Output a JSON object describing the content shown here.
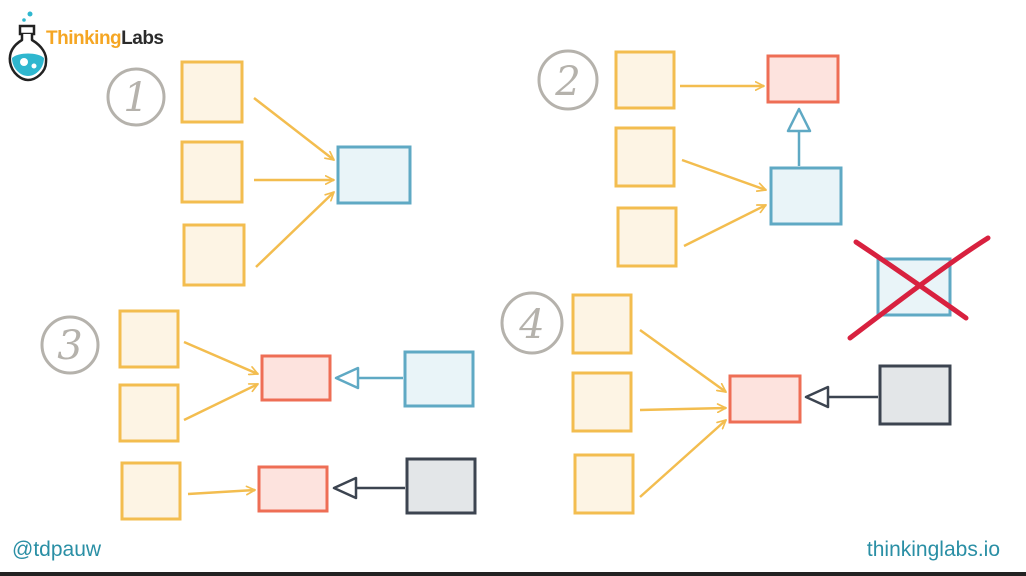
{
  "brand": {
    "part1": "Thinking",
    "part2": "Labs"
  },
  "footer": {
    "handle": "@tdpauw",
    "site": "thinkinglabs.io"
  },
  "colors": {
    "yellow": "#f3bd4f",
    "yellow_fill": "#fdf4e4",
    "blue": "#5fa9c4",
    "blue_fill": "#e9f4f8",
    "red": "#ee6e55",
    "red_fill": "#fde3de",
    "dark": "#3c4450",
    "dark_fill": "#e3e6e8",
    "gray": "#b5b2ac",
    "cross": "#d8213f",
    "logo_teal": "#2fb7cf"
  },
  "diagram": {
    "groups": [
      {
        "label": "1"
      },
      {
        "label": "2"
      },
      {
        "label": "3"
      },
      {
        "label": "4"
      }
    ],
    "rejected_variant": true
  }
}
